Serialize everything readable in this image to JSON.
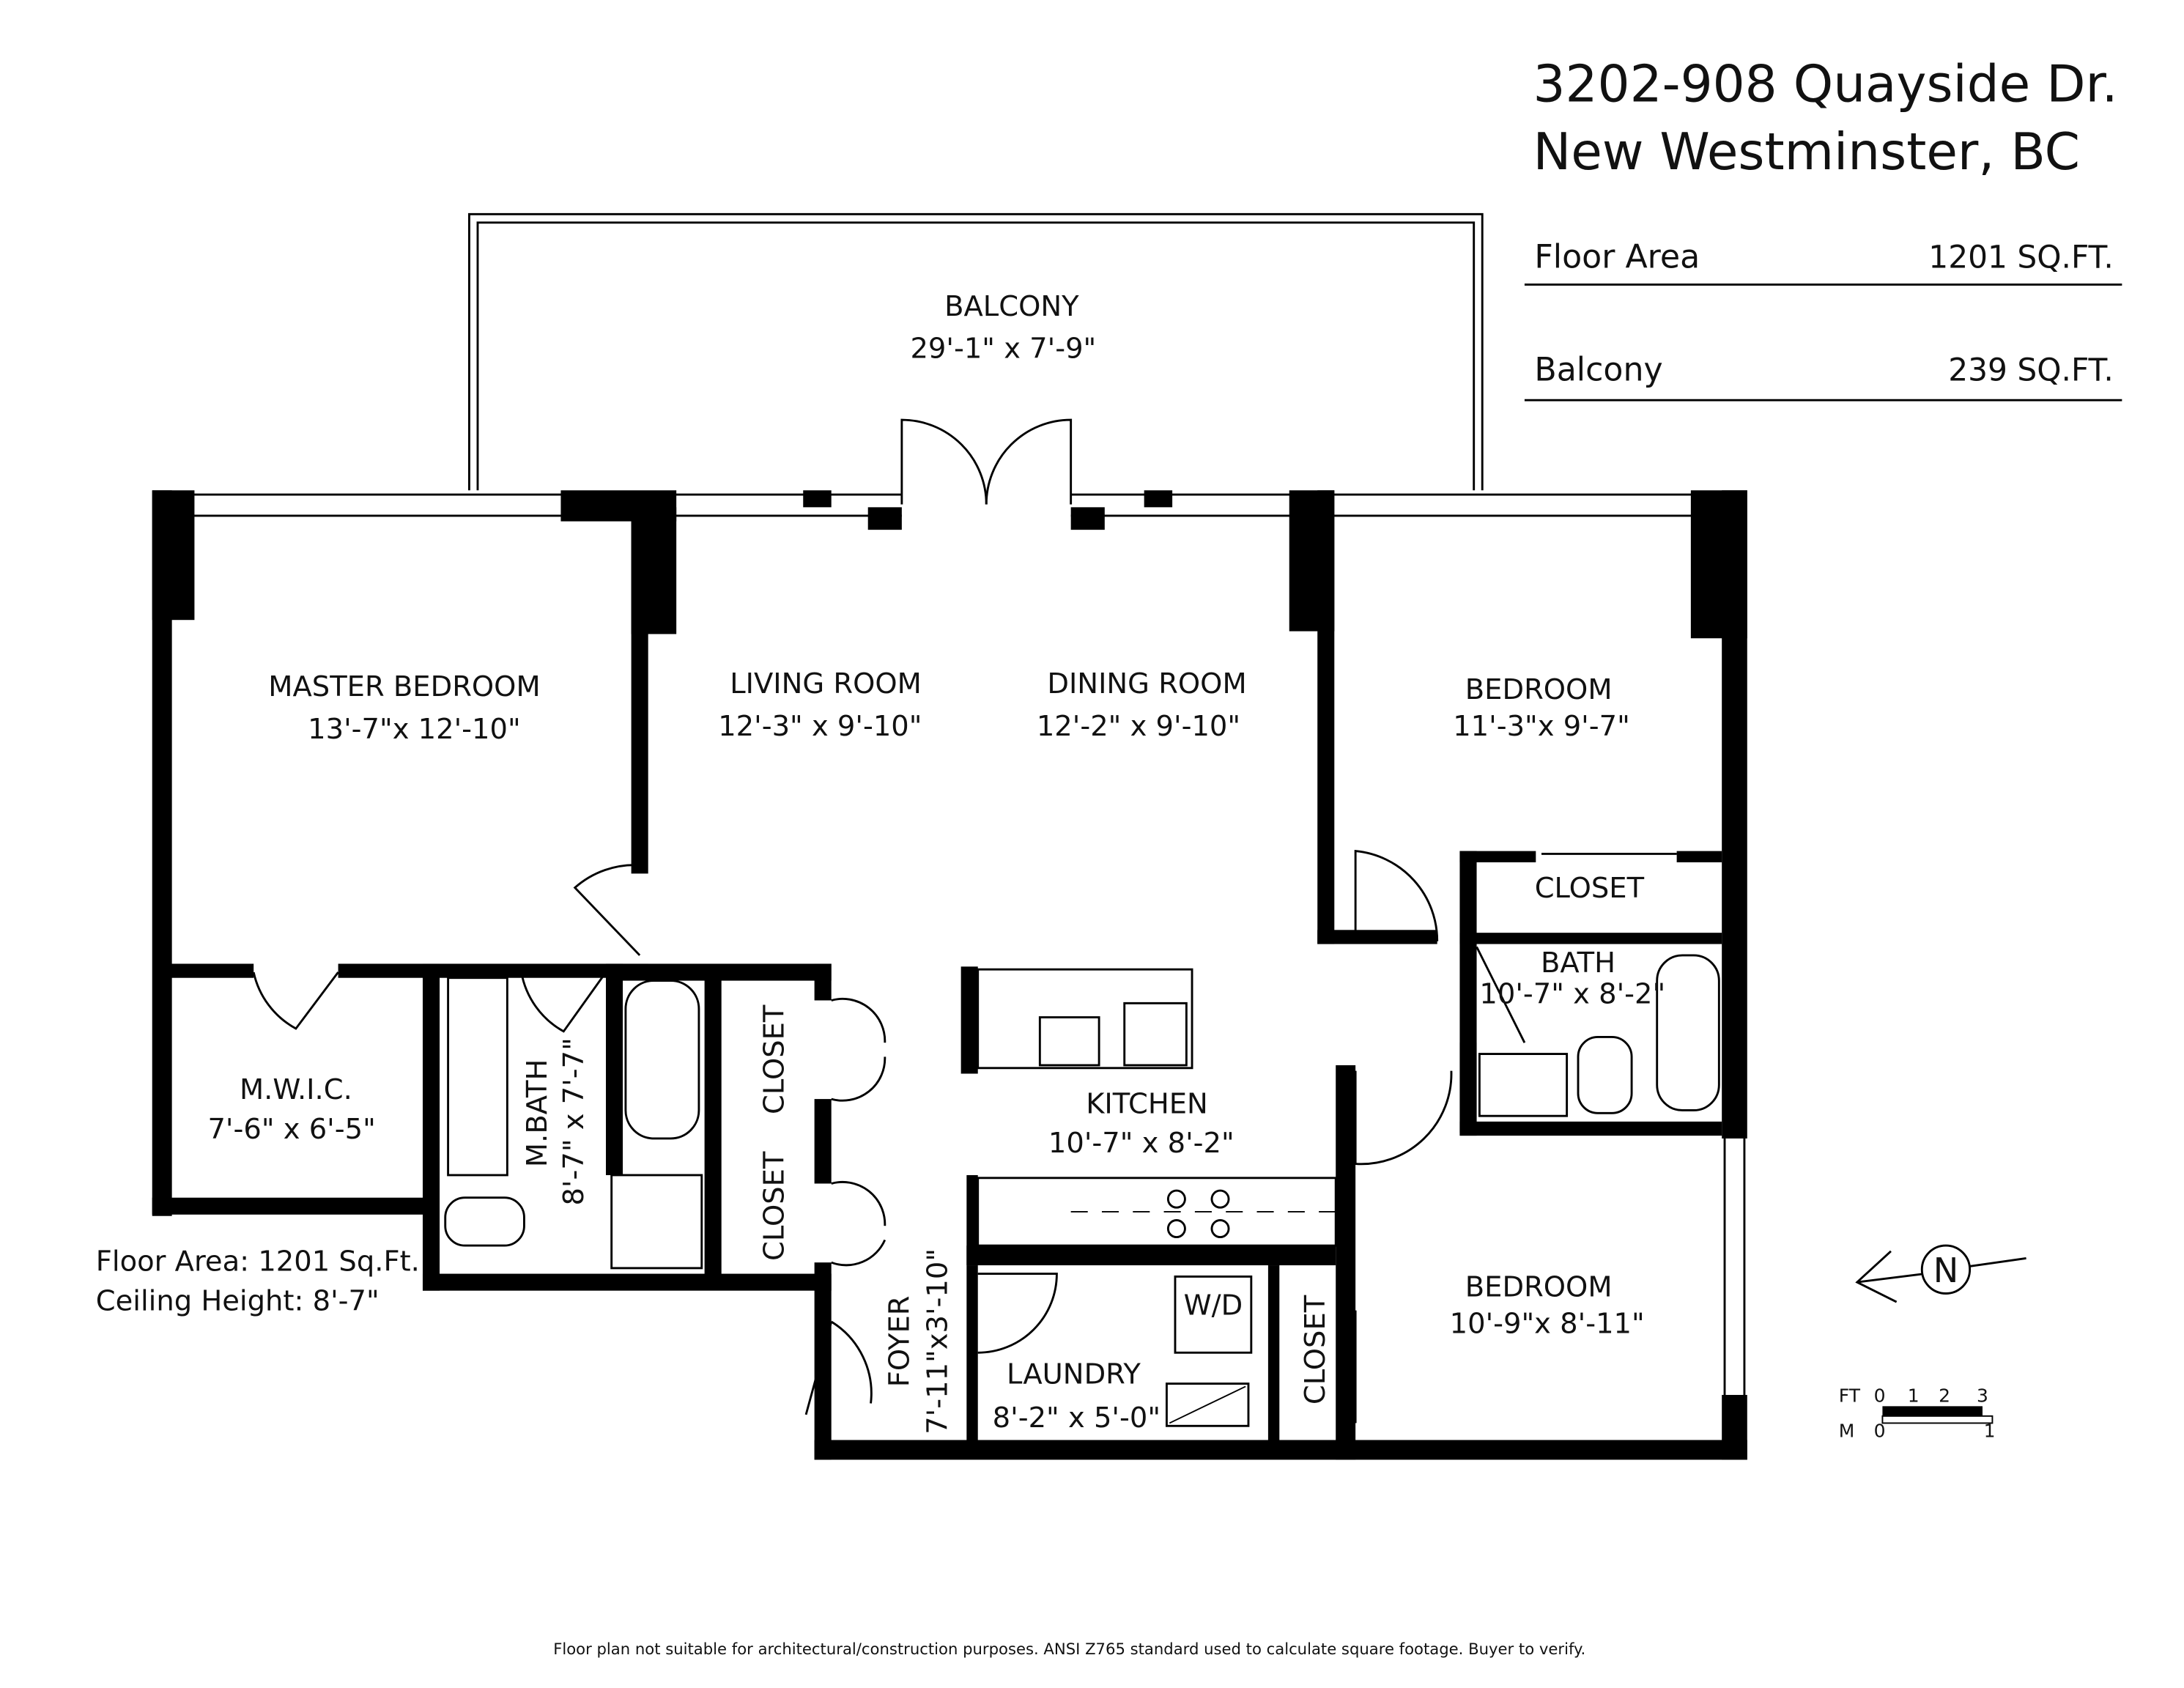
{
  "header": {
    "address_line1": "3202-908 Quayside Dr.",
    "address_line2": "New Westminster, BC"
  },
  "areas": [
    {
      "label": "Floor Area",
      "value": "1201 SQ.FT."
    },
    {
      "label": "Balcony",
      "value": "239 SQ.FT."
    }
  ],
  "rooms": {
    "balcony": {
      "name": "BALCONY",
      "dims": "29'-1\"  x  7'-9\""
    },
    "master_bedroom": {
      "name": "MASTER BEDROOM",
      "dims": "13'-7\"x 12'-10\""
    },
    "living_room": {
      "name": "LIVING ROOM",
      "dims": "12'-3\"  x 9'-10\""
    },
    "dining_room": {
      "name": "DINING ROOM",
      "dims": "12'-2\"  x 9'-10\""
    },
    "bedroom_1": {
      "name": "BEDROOM",
      "dims": "11'-3\"x  9'-7\""
    },
    "closet_bedroom_1": {
      "name": "CLOSET"
    },
    "bath": {
      "name": "BATH",
      "dims": "10'-7\" x 8'-2\""
    },
    "mwic": {
      "name": "M.W.I.C.",
      "dims": "7'-6\" x 6'-5\""
    },
    "mbath": {
      "name": "M.BATH",
      "dims": "8'-7\" x 7'-7\""
    },
    "closet_a": {
      "name": "CLOSET"
    },
    "closet_b": {
      "name": "CLOSET"
    },
    "kitchen": {
      "name": "KITCHEN",
      "dims": "10'-7\" x 8'-2\""
    },
    "foyer": {
      "name": "FOYER",
      "dims": "7'-11\"x3'-10\""
    },
    "laundry": {
      "name": "LAUNDRY",
      "dims": "8'-2\" x 5'-0\"",
      "appliance": "W/D"
    },
    "bedroom_2": {
      "name": "BEDROOM",
      "dims": "10'-9\"x  8'-11\""
    },
    "closet_bedroom_2": {
      "name": "CLOSET"
    }
  },
  "summary": {
    "floor_area": "Floor Area: 1201 Sq.Ft.",
    "ceiling_height": "Ceiling Height: 8'-7\""
  },
  "compass": {
    "icon": "north-arrow-icon",
    "letter": "N"
  },
  "scale": {
    "ft_label": "FT",
    "ft_ticks": [
      "0",
      "1",
      "2",
      "3"
    ],
    "m_label": "M",
    "m_ticks": [
      "0",
      "1"
    ]
  },
  "footer": {
    "disclaimer": "Floor plan not suitable for architectural/construction purposes. ANSI Z765 standard used to calculate square footage. Buyer to verify."
  }
}
